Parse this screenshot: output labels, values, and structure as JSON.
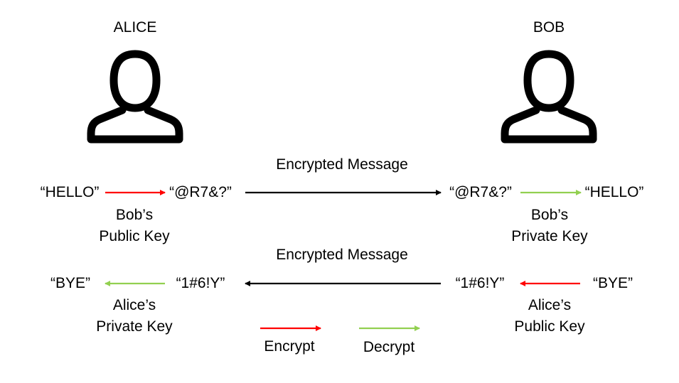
{
  "people": {
    "alice": {
      "name": "ALICE",
      "icon": "person-icon"
    },
    "bob": {
      "name": "BOB",
      "icon": "person-icon"
    }
  },
  "row1": {
    "channel_label": "Encrypted Message",
    "alice_plaintext": "“HELLO”",
    "alice_ciphertext": "“@R7&?”",
    "bob_ciphertext": "“@R7&?”",
    "bob_plaintext": "“HELLO”",
    "alice_key": {
      "line1": "Bob’s",
      "line2": "Public Key"
    },
    "bob_key": {
      "line1": "Bob’s",
      "line2": "Private Key"
    }
  },
  "row2": {
    "channel_label": "Encrypted Message",
    "alice_plaintext": "“BYE”",
    "alice_ciphertext": "“1#6!Y”",
    "bob_ciphertext": "“1#6!Y”",
    "bob_plaintext": "“BYE”",
    "alice_key": {
      "line1": "Alice’s",
      "line2": "Private Key"
    },
    "bob_key": {
      "line1": "Alice’s",
      "line2": "Public Key"
    }
  },
  "legend": {
    "encrypt_label": "Encrypt",
    "decrypt_label": "Decrypt"
  },
  "colors": {
    "encrypt": "#ff0000",
    "decrypt": "#92d050",
    "channel": "#000000"
  }
}
